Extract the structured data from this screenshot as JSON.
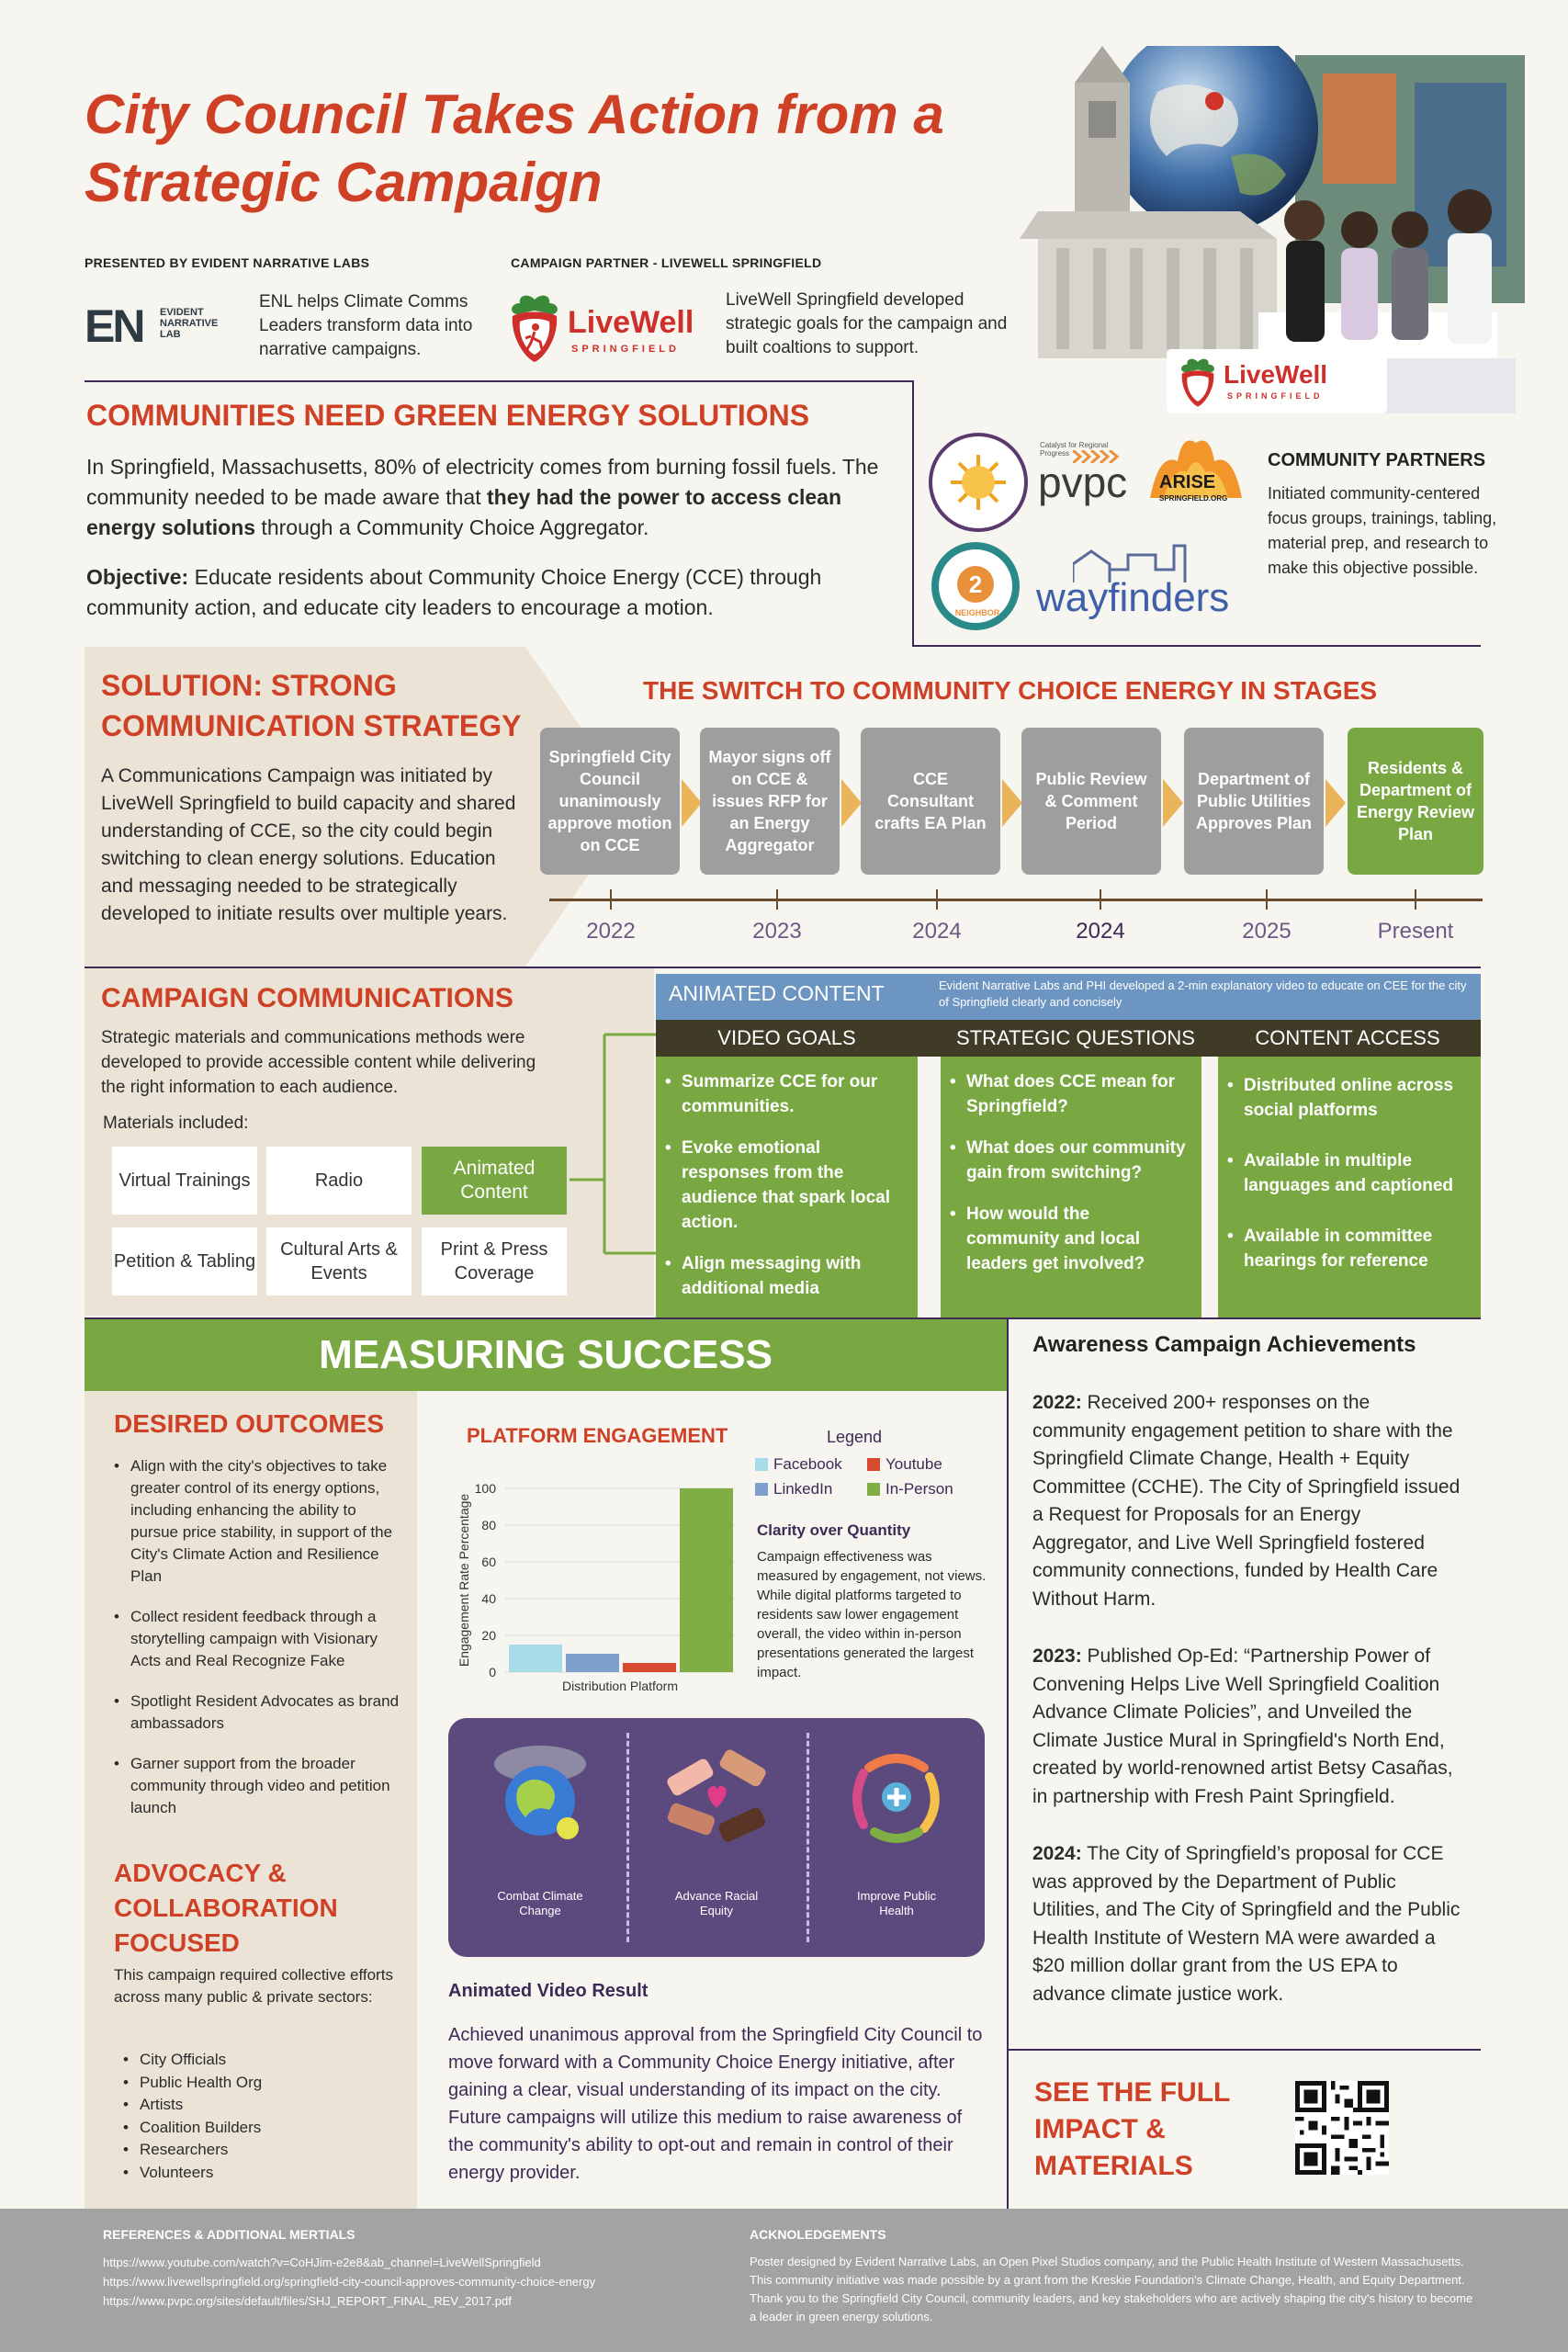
{
  "header": {
    "title": "City Council Takes Action from a Strategic Campaign",
    "presented_by": "PRESENTED BY EVIDENT NARRATIVE LABS",
    "enl_logo_mark": "EN",
    "enl_logo_words": [
      "EVIDENT",
      "NARRATIVE",
      "LAB"
    ],
    "enl_desc": "ENL helps Climate Comms Leaders transform data into narrative campaigns.",
    "partner_label": "CAMPAIGN PARTNER - LIVEWELL SPRINGFIELD",
    "livewell_name": "LiveWell",
    "livewell_sub": "SPRINGFIELD",
    "livewell_desc": "LiveWell Springfield developed strategic goals for the campaign and built coaltions to support."
  },
  "needs": {
    "heading": "COMMUNITIES NEED GREEN ENERGY SOLUTIONS",
    "p1_a": "In Springfield, Massachusetts, 80% of electricity comes from burning fossil fuels. The community needed to be made aware that ",
    "p1_b": "they had the power to access clean energy solutions",
    "p1_c": " through a Community Choice Aggregator.",
    "obj_label": "Objective:",
    "obj_text": " Educate residents about Community Choice Energy (CCE) through community action, and educate city leaders to encourage a motion."
  },
  "partners": {
    "heading": "COMMUNITY PARTNERS",
    "desc": "Initiated community-centered focus groups, trainings, tabling, material prep, and research to make this objective possible.",
    "logos": {
      "pvpc": "pvpc",
      "pvpc_tag": "Catalyst for Regional Progress",
      "arise": "ARISE",
      "arise_sub": "SPRINGFIELD.ORG",
      "n2n": "2",
      "n2n_text": "NEIGHBOR",
      "wayfinders": "wayfinders"
    }
  },
  "solution": {
    "heading": "SOLUTION: STRONG COMMUNICATION STRATEGY",
    "text": "A Communications Campaign was initiated by LiveWell Springfield to build capacity and shared understanding of CCE, so the city could begin switching to clean energy solutions. Education and messaging needed to be strategically developed to initiate results over multiple years.",
    "stages_heading": "THE SWITCH TO COMMUNITY CHOICE ENERGY IN STAGES",
    "stages": [
      {
        "label": "Springfield City Council unanimously approve motion on CCE",
        "year": "2022"
      },
      {
        "label": "Mayor signs off on CCE & issues RFP for an Energy Aggregator",
        "year": "2023"
      },
      {
        "label": "CCE Consultant crafts EA Plan",
        "year": "2024"
      },
      {
        "label": "Public Review & Comment Period",
        "year": "2024"
      },
      {
        "label": "Department of Public Utilities Approves Plan",
        "year": "2025"
      },
      {
        "label": "Residents & Department of Energy Review Plan",
        "year": "Present"
      }
    ]
  },
  "campaign": {
    "heading": "CAMPAIGN COMMUNICATIONS",
    "text": "Strategic materials and communications methods were developed to provide accessible content while delivering the right information to each audience.",
    "materials_label": "Materials included:",
    "materials": [
      "Virtual Trainings",
      "Radio",
      "Animated Content",
      "Petition & Tabling",
      "Cultural Arts & Events",
      "Print & Press Coverage"
    ],
    "animated_label": "ANIMATED CONTENT",
    "animated_note": "Evident Narrative Labs and PHI developed a 2-min explanatory video to educate on CEE  for the city of Springfield clearly and concisely",
    "columns": [
      {
        "head": "VIDEO GOALS",
        "items": [
          "Summarize CCE for our communities.",
          "Evoke emotional responses from the audience that spark local action.",
          "Align messaging with additional media"
        ]
      },
      {
        "head": "STRATEGIC QUESTIONS",
        "items": [
          "What does CCE mean for Springfield?",
          "What does our community gain from switching?",
          "How would the community and local leaders get involved?"
        ]
      },
      {
        "head": "CONTENT ACCESS",
        "items": [
          "Distributed online across social platforms",
          "Available in multiple languages and captioned",
          "Available in committee hearings for reference"
        ]
      }
    ]
  },
  "measuring": {
    "banner": "MEASURING SUCCESS",
    "desired_heading": "DESIRED OUTCOMES",
    "desired": [
      "Align with the city's objectives to take greater control of its energy options, including enhancing the ability to pursue price stability, in support of the City's Climate Action and Resilience Plan",
      "Collect resident feedback through a storytelling campaign with Visionary Acts and Real Recognize Fake",
      "Spotlight Resident Advocates as brand ambassadors",
      "Garner support from the broader community through video and petition launch"
    ],
    "advocacy_heading": "ADVOCACY & COLLABORATION FOCUSED",
    "advocacy_text": "This campaign required collective efforts across many public & private sectors:",
    "sectors": [
      "City Officials",
      "Public Health Org",
      "Artists",
      "Coalition Builders",
      "Researchers",
      "Volunteers"
    ],
    "clarity_heading": "Clarity over Quantity",
    "clarity_text": "Campaign effectiveness was measured by engagement, not views. While digital platforms targeted to residents saw lower engagement overall, the video within in-person presentations generated the largest impact.",
    "icons": [
      "Combat Climate Change",
      "Advance Racial Equity",
      "Improve Public Health"
    ],
    "video_heading": "Animated Video Result",
    "video_text": "Achieved unanimous approval from the Springfield City Council to move forward with a Community Choice Energy initiative, after gaining a clear, visual understanding of its impact on the city.  Future campaigns will utilize this medium to raise awareness of the community's ability to opt-out and remain in control of their energy provider."
  },
  "chart_data": {
    "type": "bar",
    "title": "PLATFORM ENGAGEMENT",
    "legend_title": "Legend",
    "xlabel": "Distribution Platform",
    "ylabel": "Engagement Rate Percentage",
    "ylim": [
      0,
      100
    ],
    "yticks": [
      0,
      20,
      40,
      60,
      80,
      100
    ],
    "categories": [
      "Facebook",
      "LinkedIn",
      "Youtube",
      "In-Person"
    ],
    "values": [
      15,
      10,
      5,
      100
    ],
    "colors": [
      "#a8dce8",
      "#7f9fcd",
      "#d64a2f",
      "#7fae45"
    ],
    "legend_order": [
      "Facebook",
      "Youtube",
      "LinkedIn",
      "In-Person"
    ]
  },
  "achievements": {
    "heading": "Awareness Campaign Achievements",
    "items": [
      {
        "year": "2022:",
        "text": " Received 200+ responses on the community engagement petition to share with the Springfield Climate Change, Health + Equity Committee (CCHE). The City of Springfield issued a Request for Proposals for an Energy Aggregator, and Live Well Springfield fostered community connections, funded by Health Care Without Harm."
      },
      {
        "year": "2023:",
        "text": " Published Op-Ed: “Partnership Power of Convening Helps Live Well Springfield Coalition Advance Climate Policies”, and  Unveiled the Climate Justice Mural in Springfield's North End, created by world-renowned artist Betsy Casañas, in partnership with Fresh Paint Springfield."
      },
      {
        "year": "2024:",
        "text": " The City of Springfield’s proposal for CCE was approved by the Department of Public Utilities, and The City of Springfield and the Public Health Institute of Western MA were awarded a $20 million dollar grant from the US EPA to advance climate justice work."
      }
    ],
    "cta": "SEE THE FULL IMPACT & MATERIALS"
  },
  "footer": {
    "refs_heading": "REFERENCES & ADDITIONAL MERTIALS",
    "refs": [
      "https://www.youtube.com/watch?v=CoHJim-e2e8&ab_channel=LiveWellSpringfield",
      "https://www.livewellspringfield.org/springfield-city-council-approves-community-choice-energy",
      "https://www.pvpc.org/sites/default/files/SHJ_REPORT_FINAL_REV_2017.pdf"
    ],
    "ack_heading": "ACKNOLEDGEMENTS",
    "ack_text": "Poster designed by Evident Narrative Labs, an Open Pixel Studios company, and the Public Health Institute of Western Massachusetts. This community initiative was made possible by a grant from the Kreskie Foundation's Climate Change, Health, and Equity Department. Thank you to the Springfield City Council, community leaders, and key stakeholders who are actively shaping the city's history to become a leader in green energy solutions."
  }
}
